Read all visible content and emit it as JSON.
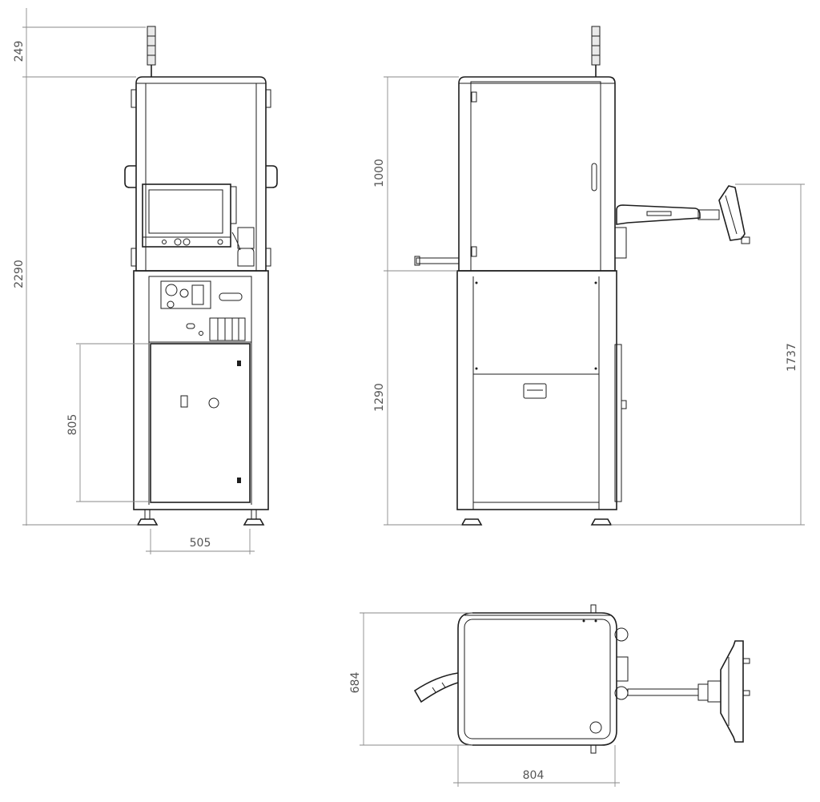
{
  "colors": {
    "line": "#1e1e1e",
    "dimension": "#8a8a8a",
    "text": "#555555",
    "background": "#ffffff"
  },
  "dimensions": {
    "front_light_height": "249",
    "front_total_height": "2290",
    "front_door_height": "805",
    "front_width": "505",
    "side_upper_height": "1000",
    "side_lower_height": "1290",
    "side_arm_height": "1737",
    "top_depth": "684",
    "top_width": "804"
  }
}
